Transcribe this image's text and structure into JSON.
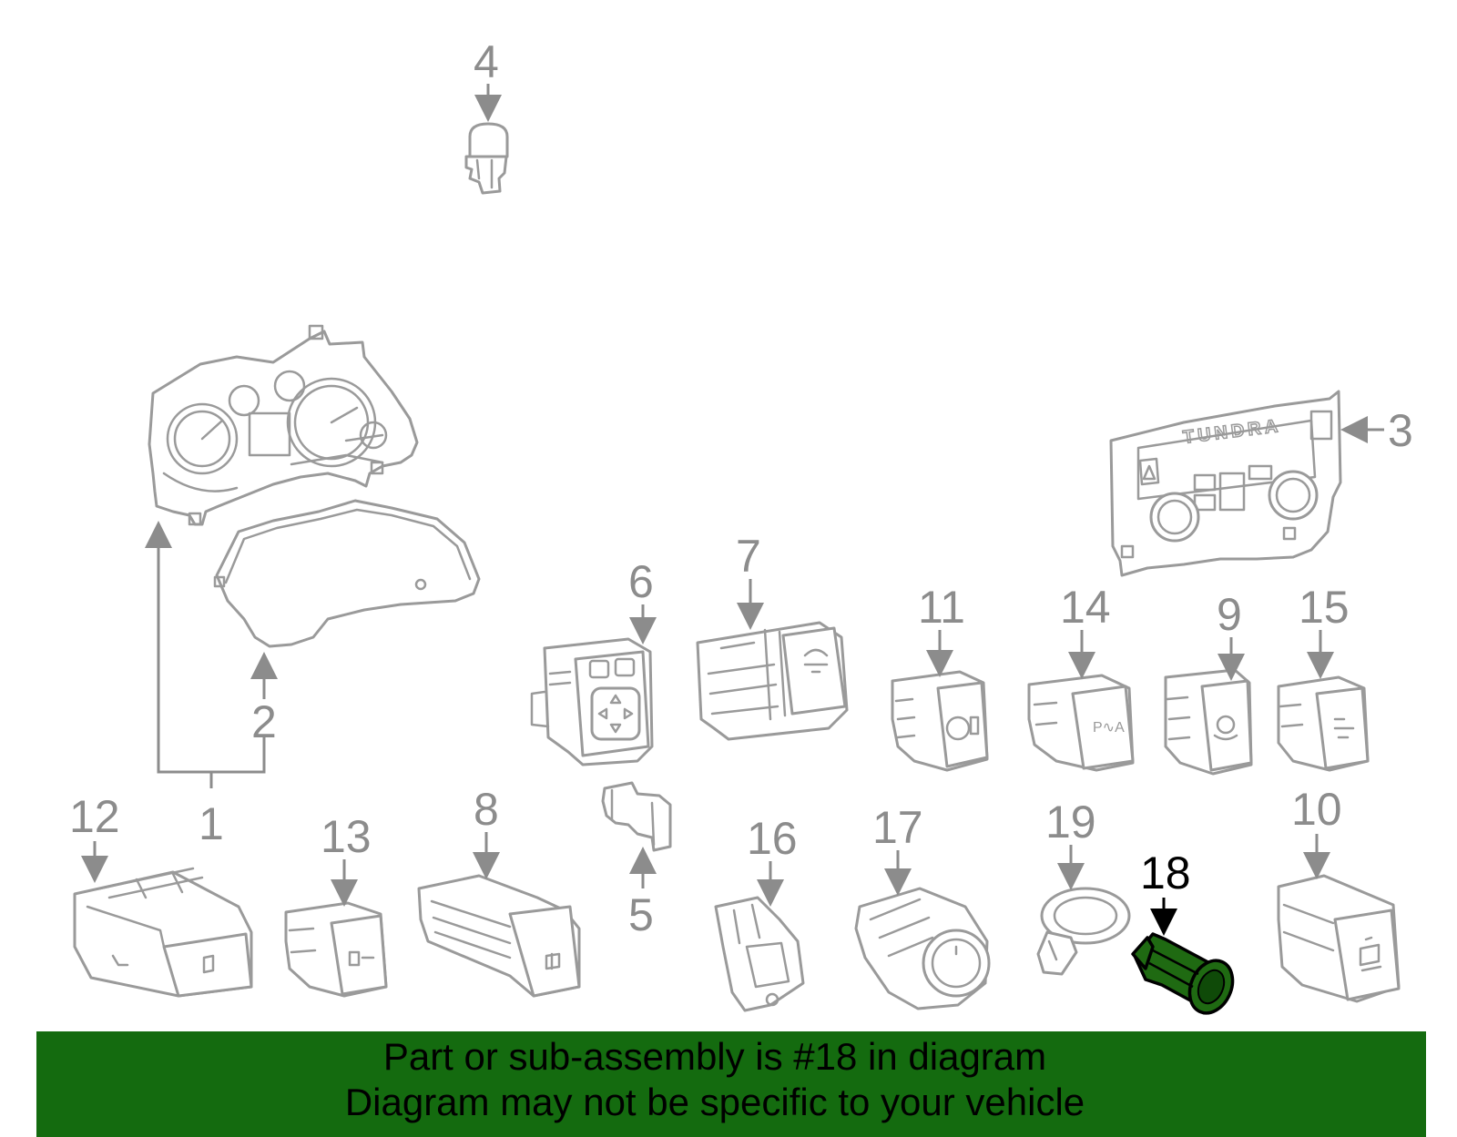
{
  "diagram": {
    "callouts": [
      {
        "id": "1",
        "label": "1"
      },
      {
        "id": "2",
        "label": "2"
      },
      {
        "id": "3",
        "label": "3"
      },
      {
        "id": "4",
        "label": "4"
      },
      {
        "id": "5",
        "label": "5"
      },
      {
        "id": "6",
        "label": "6"
      },
      {
        "id": "7",
        "label": "7"
      },
      {
        "id": "8",
        "label": "8"
      },
      {
        "id": "9",
        "label": "9"
      },
      {
        "id": "10",
        "label": "10"
      },
      {
        "id": "11",
        "label": "11"
      },
      {
        "id": "12",
        "label": "12"
      },
      {
        "id": "13",
        "label": "13"
      },
      {
        "id": "14",
        "label": "14"
      },
      {
        "id": "15",
        "label": "15"
      },
      {
        "id": "16",
        "label": "16"
      },
      {
        "id": "17",
        "label": "17"
      },
      {
        "id": "18",
        "label": "18"
      },
      {
        "id": "19",
        "label": "19"
      }
    ],
    "highlighted_part": "18",
    "panel_text": "TUNDRA",
    "colors": {
      "highlight_part": "#1f6a12",
      "banner": "#146b0f",
      "callout": "#8c8c8c",
      "highlight_callout": "#000000"
    }
  },
  "banner": {
    "line1": "Part or sub-assembly is #18 in diagram",
    "line2": "Diagram may not be specific to your vehicle"
  }
}
